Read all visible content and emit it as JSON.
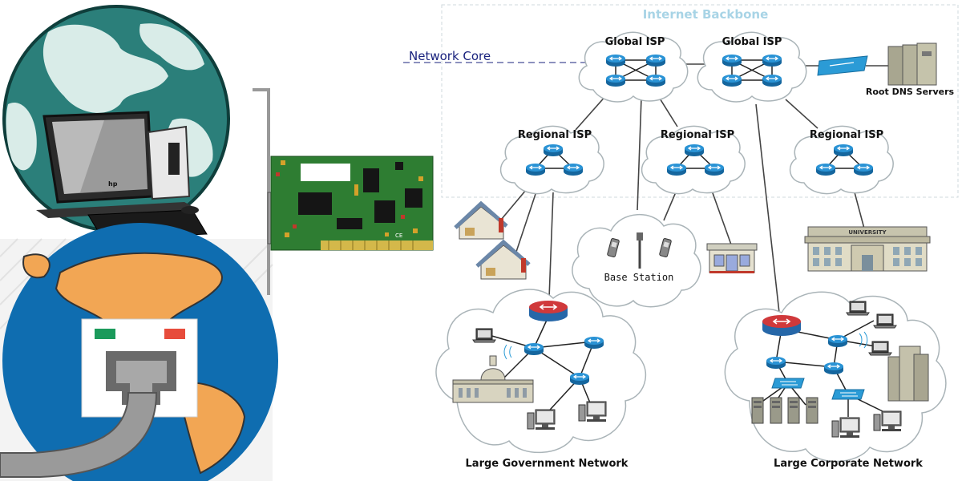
{
  "backbone": {
    "title": "Internet Backbone"
  },
  "core": {
    "label": "Network Core"
  },
  "nodes": {
    "global_isp_1": "Global ISP",
    "global_isp_2": "Global ISP",
    "regional_isp_1": "Regional ISP",
    "regional_isp_2": "Regional ISP",
    "regional_isp_3": "Regional ISP",
    "root_dns": "Root DNS Servers",
    "base_station": "Base Station",
    "university_sign": "UNIVERSITY",
    "gov_network": "Large Government Network",
    "corp_network": "Large Corporate Network"
  },
  "nic_card": {
    "marking": "CE"
  },
  "computer_brand": "hp",
  "colors": {
    "router_blue": "#1b7fc4",
    "edge_router_red": "#c0392b",
    "switch_blue": "#2b9bd6",
    "globe_teal": "#2b7f7a",
    "map_ocean": "#1f78b4",
    "map_land": "#f2a654",
    "pcb_green": "#2e7d32",
    "backbone_title": "#a8d4e6",
    "core_label": "#1a237e"
  },
  "icons": [
    "globe-icon",
    "desktop-computer-icon",
    "network-card-icon",
    "ethernet-port-icon",
    "router-icon",
    "switch-icon",
    "server-icon",
    "house-icon",
    "phone-icon",
    "laptop-icon",
    "building-icon"
  ]
}
